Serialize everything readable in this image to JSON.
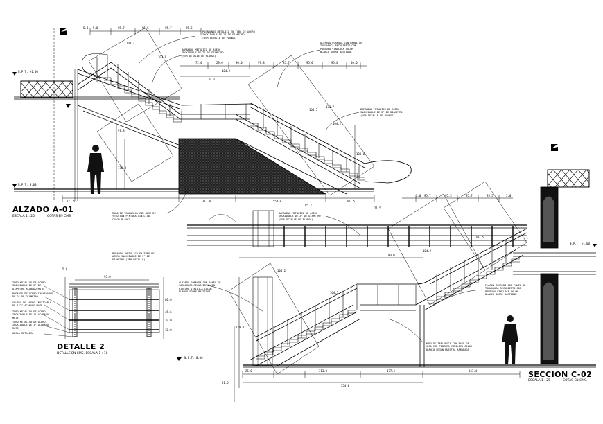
{
  "views": {
    "alzado": {
      "title": "ALZADO A-01",
      "scale": "ESCALA 1 : 25",
      "units": "COTAS EN CMS."
    },
    "detalle": {
      "title": "DETALLE 2",
      "scale": "DETALLE EN CMS. ESCALA 1 : 10"
    },
    "seccion": {
      "title": "SECCION C-02",
      "scale": "ESCALA 1 : 25",
      "units": "COTAS EN CMS."
    }
  },
  "notes": {
    "n1": "PASAMANOS METALICO EN TUBO DE ACERO\nINOXIDABLE DE 2\" DE DIAMETRO\n(VER DETALLE DE PLANOS)",
    "n2": "BARANDAL METALICO DE ACERO\nINOXIDABLE DE 2\" DE DIAMETRO\n(VER DETALLE DE PLANOS)",
    "n3": "ALFARDA FORRADA CON PANEL DE\nTABLAROCA RECUBIERTO CON\nPINTURA VINILICA COLOR\nBLANCO SOBRE BASTIDOR",
    "n4": "BARANDAL METALICO DE ACERO\nINOXIDABLE DE 2\" DE DIAMETRO\n(VER DETALLE DE PLANOS)",
    "n5": "MURO DE TABLAROCA CON BASE DE\nYESO CON PINTURA VINILICA\nCOLOR BLANCO",
    "n6": "BARANDAL METALICO DE ACERO\nINOXIDABLE DE 2\" DE DIAMETRO\n(VER DETALLE DE PLANOS)",
    "n7": "BARANDAL METALICO EN TUBO DE\nACERO INOXIDABLE DE 2\" DE\nDIAMETRO (VER DETALLE)",
    "n8": "ALFARDA FORRADA CON PANEL DE\nTABLAROCA RECUBIERTO CON\nPINTURA VINILICA COLOR\nBLANCO SOBRE BASTIDOR",
    "n9": "PLAFON CORRIDO CON PANEL DE\nTABLAROCA RECUBIERTO CON\nPINTURA VINILICA COLOR\nBLANCO SOBRE BASTIDOR",
    "n10": "MURO DE TABLAROCA CON BASE DE\nYESO CON PINTURA VINILICA COLOR\nBLANCO SEGUN MUESTRA APROBADA",
    "d1": "TUBO METALICO DE ACERO\nINOXIDABLE DE 2\" DE\nDIAMETRO ACABADO MATE",
    "d2": "RODAPIE DE ACERO INOXIDABLE\nDE 2\" DE DIAMETRO",
    "d3": "SOLERA DE ACERO INOXIDABLE\nDE 1/2\" ACABADO MATE",
    "d4": "TUBO METALICO DE ACERO\nINOXIDABLE DE 1\" ACABADO\nMATE",
    "d5": "TUBO METALICO DE ACERO\nINOXIDABLE DE 1\" ACABADO\nMATE",
    "d6": "ANCLA METALICA"
  },
  "dims": {
    "a1": "5.0",
    "a2": "95.7",
    "a3": "95.5",
    "a4": "95.7",
    "a5": "95.5",
    "a6": "5.0",
    "a7": "104.2",
    "a8": "103.8",
    "a9": "20.0",
    "a10": "104.2",
    "a11": "72.0",
    "a12": "29.0",
    "a13": "90.0",
    "a14": "97.8",
    "a15": "95.7",
    "a16": "95.0",
    "a17": "95.0",
    "a18": "40.0",
    "a19": "164.5",
    "a20": "173.7",
    "a21": "104.2",
    "a22": "91.8",
    "a23": "170.0",
    "a24": "100.0",
    "a25": "177.5",
    "a26": "313.0",
    "a27": "554.0",
    "a28": "103.5",
    "a29": "21.5",
    "a30": "95.3",
    "d1": "95.0",
    "d2": "5.0",
    "d3": "80.0",
    "d4": "45.6",
    "d5": "20.0",
    "d6": "10.0",
    "s1": "5.0",
    "s2": "95.7",
    "s3": "95.5",
    "s4": "95.7",
    "s5": "95.5",
    "s6": "5.0",
    "s7": "104.2",
    "s8": "103.5",
    "s9": "170.0",
    "s10": "164.5",
    "s11": "313.0",
    "s12": "554.0",
    "s13": "177.5",
    "s14": "104.2",
    "s15": "347.4",
    "s16": "90.0",
    "s17": "21.5",
    "s18": "25.0"
  },
  "levels": {
    "l1": "N.P.T. +1.00",
    "l2": "N.P.T. 0.00",
    "l3": "N.P.T. +1.00",
    "l4": "N.P.T. 0.00"
  }
}
